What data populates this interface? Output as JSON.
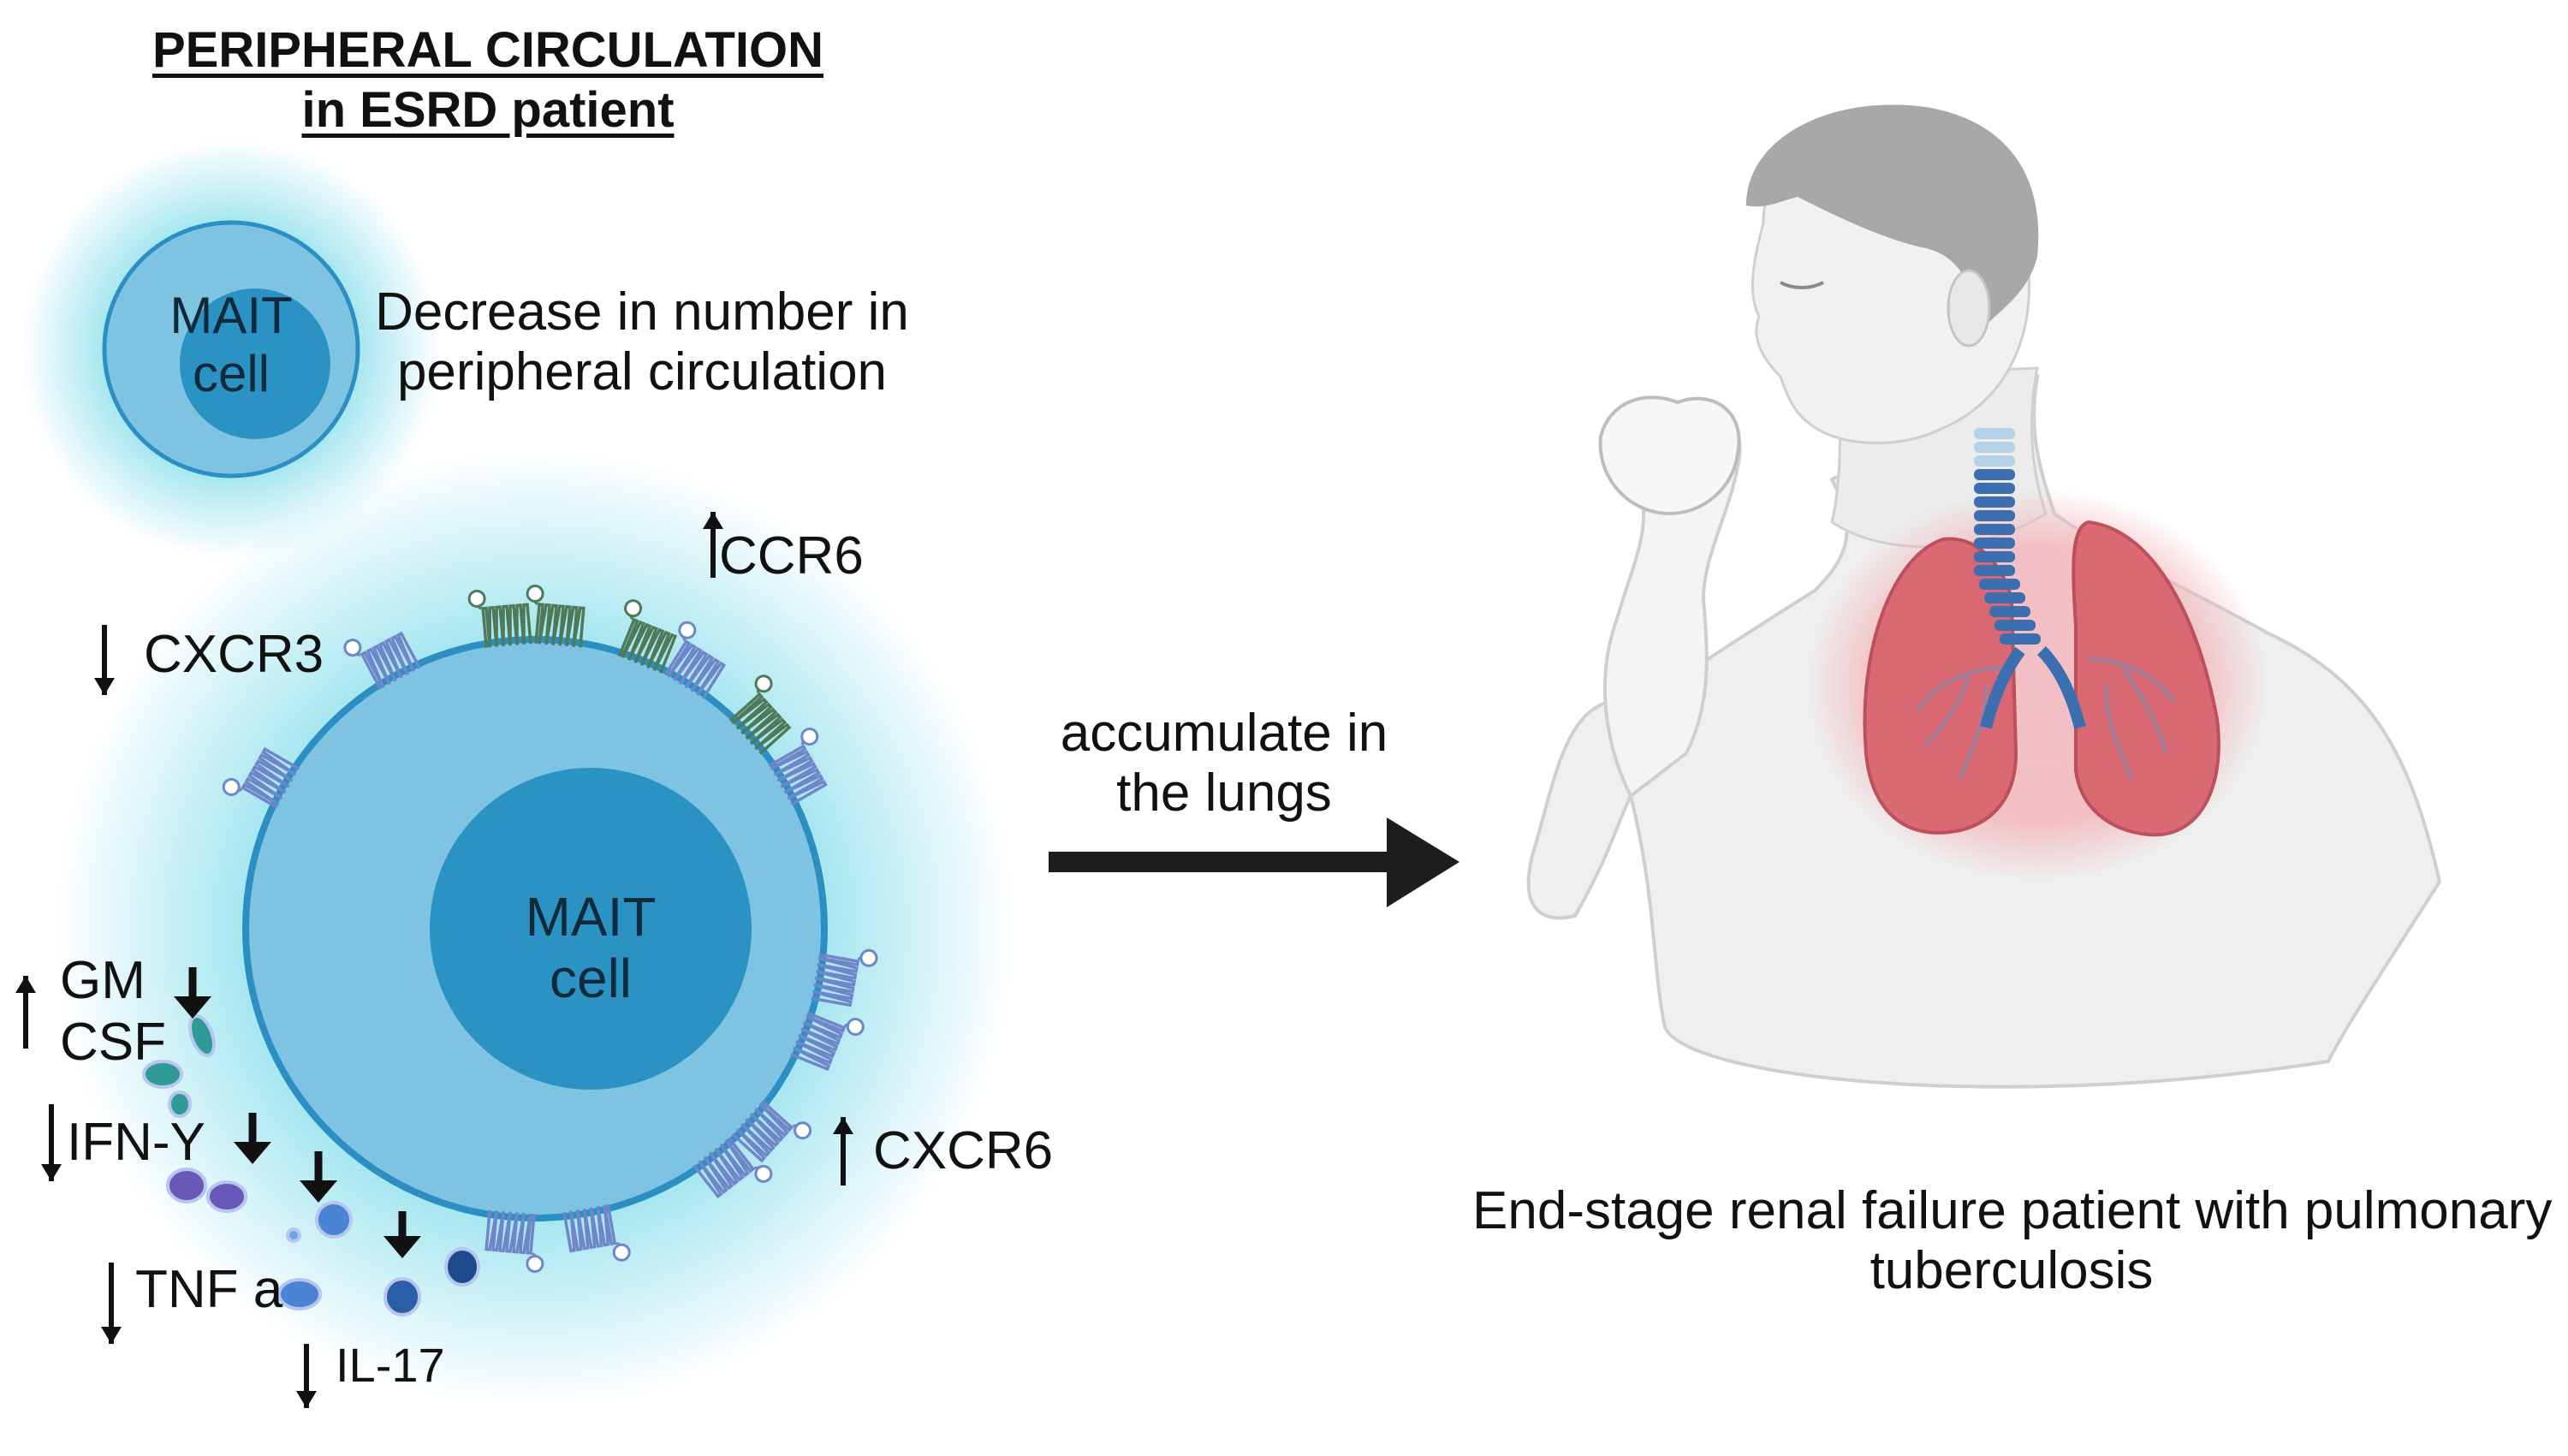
{
  "title": {
    "line1": "PERIPHERAL CIRCULATION",
    "line2": "in ESRD patient"
  },
  "small_cell": {
    "label_line1": "MAIT",
    "label_line2": "cell",
    "note_line1": "Decrease in number in",
    "note_line2": "peripheral circulation"
  },
  "big_cell": {
    "label_line1": "MAIT",
    "label_line2": "cell"
  },
  "markers": {
    "ccr6": "CCR6",
    "cxcr3": "CXCR3",
    "cxcr6": "CXCR6",
    "gm_line1": "GM",
    "gm_line2": "CSF",
    "ifn": "IFN-Y",
    "tnf": "TNF a",
    "il17": "IL-17"
  },
  "arrow_label": {
    "line1": "accumulate in",
    "line2": "the lungs"
  },
  "patient_caption": {
    "line1": "End-stage renal failure patient with pulmonary",
    "line2": "tuberculosis"
  },
  "colors": {
    "cell_outer": "#7fc3e3",
    "cell_border": "#2c8fc3",
    "nucleus": "#2a93c4",
    "glow": "#8fe0ec",
    "receptor_blue": "#6f86c8",
    "receptor_green": "#4f7a5a",
    "lung": "#d9616c",
    "trachea": "#3d6fb0",
    "skin": "#f1f1f1",
    "hair": "#a8a8a8"
  }
}
